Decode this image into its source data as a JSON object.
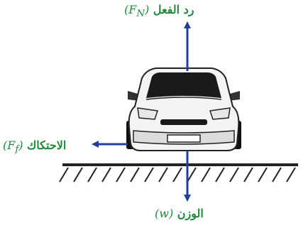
{
  "forces": {
    "normal": {
      "label": "رد الفعل",
      "symbol": "(F",
      "subscript": "N",
      "close": ")"
    },
    "friction": {
      "label": "الاحتكاك",
      "symbol": "(F",
      "subscript": "f",
      "close": ")"
    },
    "weight": {
      "label": "الوزن",
      "symbol": "(w)"
    }
  },
  "colors": {
    "arrow": "#1f3f9a",
    "label": "#1f8a3b",
    "ground": "#222222"
  }
}
